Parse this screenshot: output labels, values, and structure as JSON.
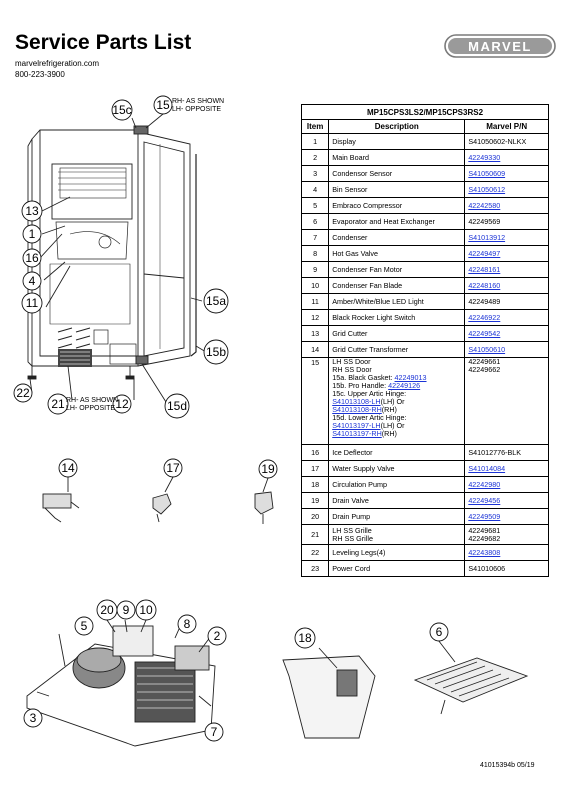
{
  "header": {
    "title": "Service Parts List",
    "website": "marvelrefrigeration.com",
    "phone": "800-223-3900",
    "logo_text": "MARVEL"
  },
  "table": {
    "model": "MP15CPS3LS2/MP15CPS3RS2",
    "headers": [
      "Item",
      "Description",
      "Marvel P/N"
    ],
    "rows": [
      {
        "item": "1",
        "desc": "Display",
        "pn": "S41050602-NLKX",
        "link": false
      },
      {
        "item": "2",
        "desc": "Main Board",
        "pn": "42249330",
        "link": true
      },
      {
        "item": "3",
        "desc": "Condensor Sensor",
        "pn": "S41050609",
        "link": true
      },
      {
        "item": "4",
        "desc": "Bin Sensor",
        "pn": "S41050612",
        "link": true
      },
      {
        "item": "5",
        "desc": "Embraco Compressor",
        "pn": "42242580",
        "link": true
      },
      {
        "item": "6",
        "desc": "Evaporator and Heat Exchanger",
        "pn": "42249569",
        "link": false
      },
      {
        "item": "7",
        "desc": "Condenser",
        "pn": "S41013912",
        "link": true
      },
      {
        "item": "8",
        "desc": "Hot Gas Valve",
        "pn": "42249497",
        "link": true
      },
      {
        "item": "9",
        "desc": "Condenser Fan Motor",
        "pn": "42248161",
        "link": true
      },
      {
        "item": "10",
        "desc": "Condenser Fan Blade",
        "pn": "42248160",
        "link": true
      },
      {
        "item": "11",
        "desc": "Amber/White/Blue LED Light",
        "pn": "42249489",
        "link": false
      },
      {
        "item": "12",
        "desc": "Black Rocker Light Switch",
        "pn": "42246922",
        "link": true
      },
      {
        "item": "13",
        "desc": "Grid Cutter",
        "pn": "42249542",
        "link": true
      },
      {
        "item": "14",
        "desc": "Grid Cutter Transformer",
        "pn": "S41050610",
        "link": true
      }
    ],
    "row15": {
      "item": "15",
      "lines": [
        "LH SS Door",
        "RH SS Door",
        "15a. Black Gasket: ",
        "15b. Pro Handle: ",
        "15c. Upper Artic Hinge:",
        "(LH) Or",
        "(RH)",
        "15d. Lower Artic Hinge:",
        "(LH) Or",
        "(RH)"
      ],
      "links": {
        "gasket": "42249013",
        "handle": "42249126",
        "upper_lh": "S41013108-LH",
        "upper_rh": "S41013108-RH",
        "lower_lh": "S41013197-LH",
        "lower_rh": "S41013197-RH"
      },
      "pns": [
        "42249661",
        "42249662"
      ]
    },
    "rows_b": [
      {
        "item": "16",
        "desc": "Ice Deflector",
        "pn": "S41012776-BLK",
        "link": false
      },
      {
        "item": "17",
        "desc": "Water Supply Valve",
        "pn": "S41014084",
        "link": true
      },
      {
        "item": "18",
        "desc": "Circulation Pump",
        "pn": "42242980",
        "link": true
      },
      {
        "item": "19",
        "desc": "Drain Valve",
        "pn": "42249456",
        "link": true
      },
      {
        "item": "20",
        "desc": "Drain Pump",
        "pn": "42249509",
        "link": true
      }
    ],
    "row21": {
      "item": "21",
      "lines": [
        "LH SS Grille",
        "RH SS Grille"
      ],
      "pns": [
        "42249681",
        "42249682"
      ]
    },
    "rows_c": [
      {
        "item": "22",
        "desc": "Leveling Legs(4)",
        "pn": "42243808",
        "link": true
      },
      {
        "item": "23",
        "desc": "Power Cord",
        "pn": "S41010606",
        "link": false
      }
    ]
  },
  "diagram": {
    "callouts_main": [
      "15c",
      "15",
      "13",
      "1",
      "16",
      "4",
      "11",
      "15a",
      "15b",
      "22",
      "21",
      "12",
      "15d"
    ],
    "note_top": [
      "RH- AS SHOWN",
      "LH- OPPOSITE"
    ],
    "note_bottom": [
      "RH- AS SHOWN",
      "LH- OPPOSITE"
    ],
    "callouts_small": [
      "14",
      "17",
      "19"
    ],
    "callouts_bottom": [
      "20",
      "9",
      "10",
      "5",
      "8",
      "2",
      "3",
      "7",
      "18",
      "6"
    ]
  },
  "footer": {
    "doc": "41015394b 05/19"
  },
  "colors": {
    "link": "#1b33d6"
  }
}
